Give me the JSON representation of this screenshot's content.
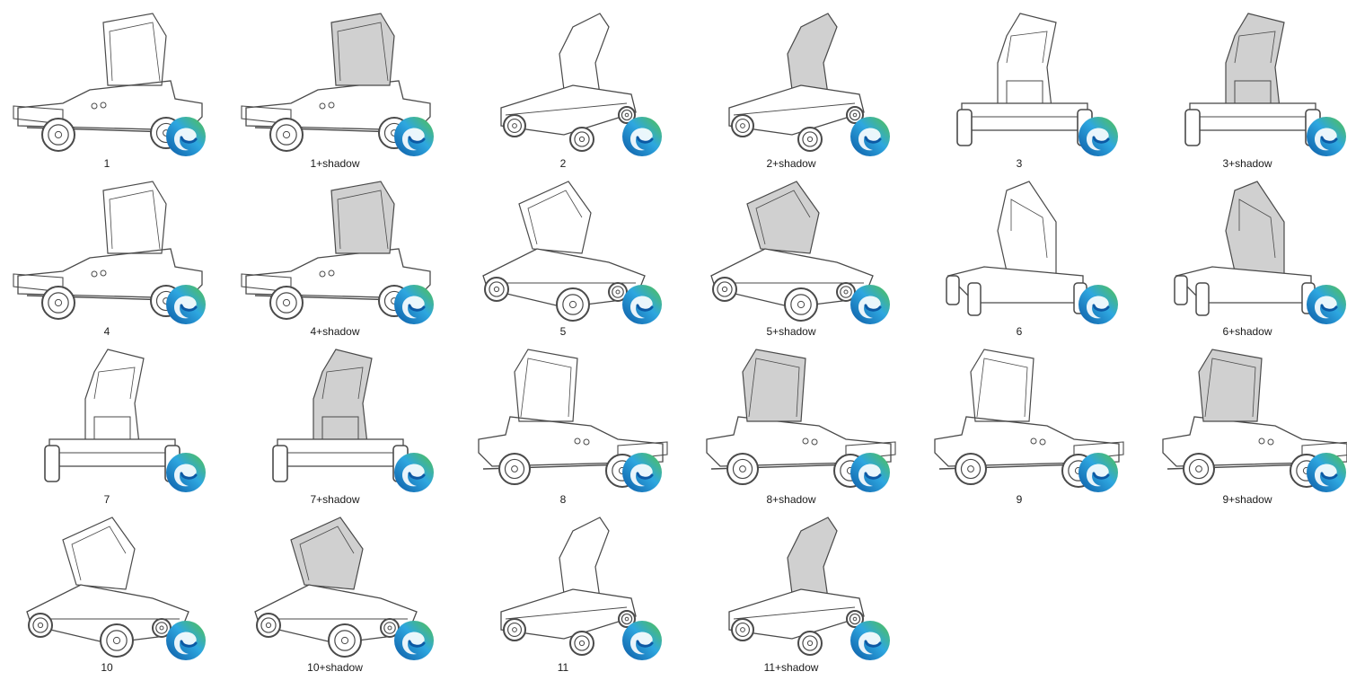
{
  "files": [
    {
      "name": "1",
      "view": "side-left",
      "shadow": false
    },
    {
      "name": "1+shadow",
      "view": "side-left",
      "shadow": true
    },
    {
      "name": "2",
      "view": "front-three-quarter",
      "shadow": false
    },
    {
      "name": "2+shadow",
      "view": "front-three-quarter",
      "shadow": true
    },
    {
      "name": "3",
      "view": "front",
      "shadow": false
    },
    {
      "name": "3+shadow",
      "view": "front",
      "shadow": true
    },
    {
      "name": "4",
      "view": "side-left",
      "shadow": false
    },
    {
      "name": "4+shadow",
      "view": "side-left",
      "shadow": true
    },
    {
      "name": "5",
      "view": "rear-three-quarter",
      "shadow": false
    },
    {
      "name": "5+shadow",
      "view": "rear-three-quarter",
      "shadow": true
    },
    {
      "name": "6",
      "view": "front-angle",
      "shadow": false
    },
    {
      "name": "6+shadow",
      "view": "front-angle",
      "shadow": true
    },
    {
      "name": "7",
      "view": "front",
      "shadow": false
    },
    {
      "name": "7+shadow",
      "view": "front",
      "shadow": true
    },
    {
      "name": "8",
      "view": "side-right",
      "shadow": false
    },
    {
      "name": "8+shadow",
      "view": "side-right",
      "shadow": true
    },
    {
      "name": "9",
      "view": "side-right",
      "shadow": false
    },
    {
      "name": "9+shadow",
      "view": "side-right",
      "shadow": true
    },
    {
      "name": "10",
      "view": "rear-three-quarter",
      "shadow": false
    },
    {
      "name": "10+shadow",
      "view": "rear-three-quarter",
      "shadow": true
    },
    {
      "name": "11",
      "view": "front-three-quarter",
      "shadow": false
    },
    {
      "name": "11+shadow",
      "view": "front-three-quarter",
      "shadow": true
    }
  ],
  "file_type_icon": "edge-browser-icon",
  "colors": {
    "label_text": "#1a1a1a",
    "line_art": "#4a4a4a",
    "shadow_fill": "#d0d0d0",
    "edge_blue_dark": "#0c59a4",
    "edge_blue_light": "#2ea7e0",
    "edge_green": "#54c34a"
  }
}
